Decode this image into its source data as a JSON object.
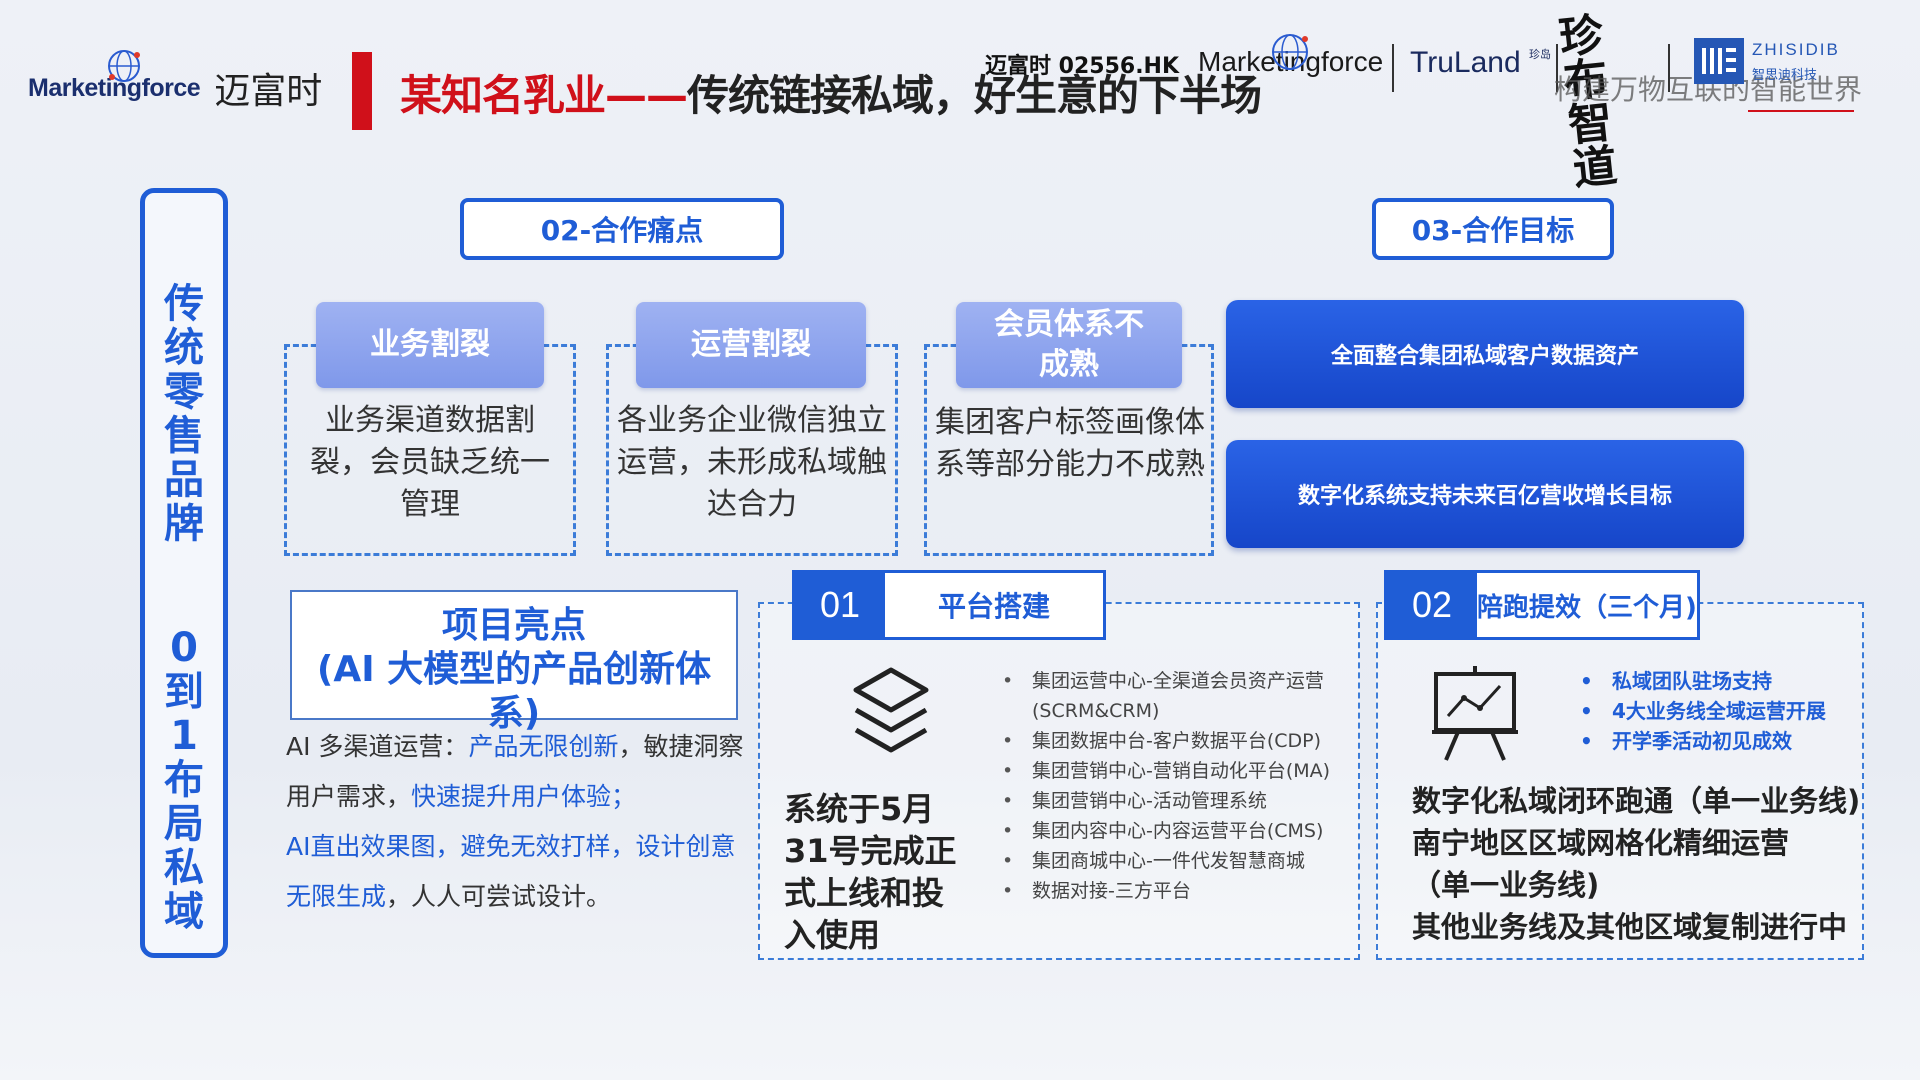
{
  "header": {
    "left_logo": "Marketingforce",
    "left_logo_cn": "迈富时",
    "title_red": "某知名乳业——",
    "title_black": "传统链接私域，好生意的下半场",
    "stock": "迈富时 02556.HK",
    "logo2": "Marketingforce",
    "logo3": "TruLand",
    "logo3_small": "珍岛",
    "logo4": "珍 布 智 道",
    "logo4_sub": "构建万物互联的智能世界",
    "logo5": "ZHISIDIB",
    "logo5_sub": "智思迪科技"
  },
  "side": {
    "line1": "传统零售品牌",
    "line2": "0到1布局私域"
  },
  "pain_points": {
    "tag": "02-合作痛点",
    "items": [
      {
        "head": "业务割裂",
        "body": "业务渠道数据割裂，会员缺乏统一管理"
      },
      {
        "head": "运营割裂",
        "body": "各业务企业微信独立运营，未形成私域触达合力"
      },
      {
        "head": "会员体系不成熟",
        "body": "集团客户标签画像体系等部分能力不成熟"
      }
    ]
  },
  "goals": {
    "tag": "03-合作目标",
    "items": [
      "全面整合集团私域客户数据资产",
      "数字化系统支持未来百亿营收增长目标"
    ]
  },
  "highlights": {
    "title_line1": "项目亮点",
    "title_line2": "(AI 大模型的产品创新体系)",
    "p1": "AI 多渠道运营：",
    "p2": "产品无限创新",
    "p3": "，敏捷洞察用户需求，",
    "p4": "快速提升用户体验；",
    "p5": "AI直出效果图，避免无效打样，设计创意无限生成",
    "p6": "，人人可尝试设计。"
  },
  "phase1": {
    "num": "01",
    "label": "平台搭建",
    "summary": "系统于5月31号完成正式上线和投入使用",
    "icon": "layers-icon",
    "items": [
      "集团运营中心-全渠道会员资产运营(SCRM&CRM)",
      "集团数据中台-客户数据平台(CDP)",
      "集团营销中心-营销自动化平台(MA)",
      "集团营销中心-活动管理系统",
      "集团内容中心-内容运营平台(CMS)",
      "集团商城中心-一件代发智慧商城",
      "数据对接-三方平台"
    ]
  },
  "phase2": {
    "num": "02",
    "label": "陪跑提效（三个月)",
    "icon": "presentation-chart-icon",
    "items": [
      "私域团队驻场支持",
      "4大业务线全域运营开展",
      "开学季活动初见成效"
    ],
    "results": [
      "数字化私域闭环跑通（单一业务线)",
      "南宁地区区域网格化精细运营",
      "（单一业务线)",
      "其他业务线及其他区域复制进行中"
    ]
  },
  "colors": {
    "accent": "#1f5dd6",
    "brand_red": "#d0101a",
    "pain_head": "#8ea4ee"
  }
}
